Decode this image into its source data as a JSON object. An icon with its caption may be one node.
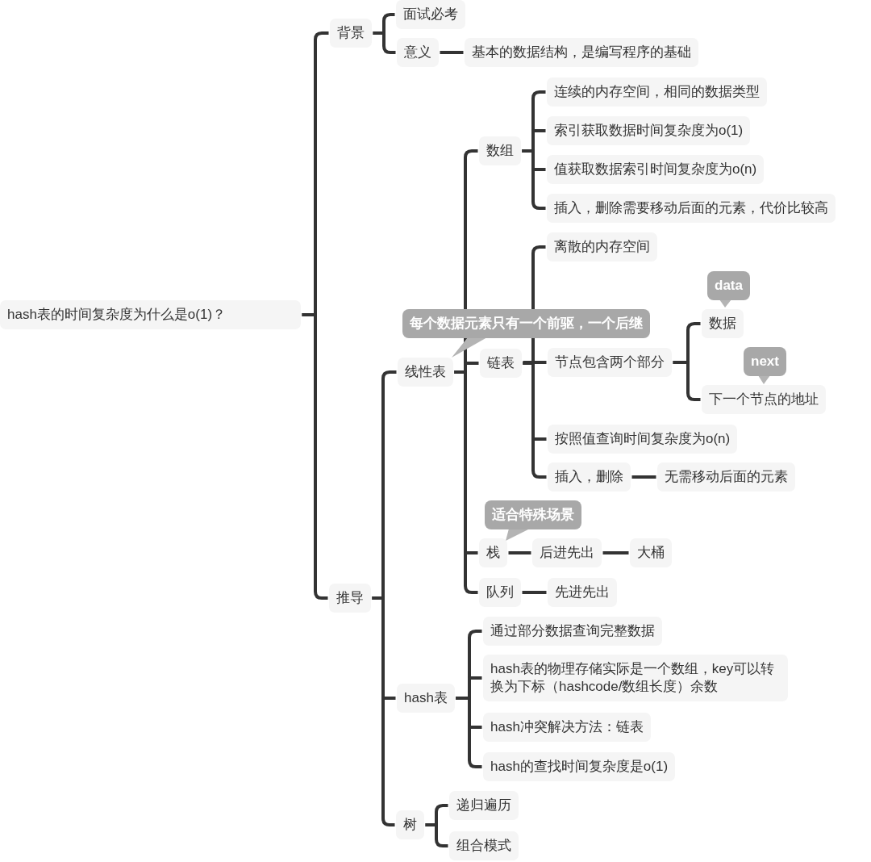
{
  "diagram": {
    "nodes": [
      {
        "text": [
          "hash表的时间复杂度为什么是o(1)？"
        ]
      },
      {
        "text": [
          "背景"
        ]
      },
      {
        "text": [
          "面试必考"
        ]
      },
      {
        "text": [
          "意义"
        ]
      },
      {
        "text": [
          "基本的数据结构，是编写程序的基础"
        ]
      },
      {
        "text": [
          "推导"
        ]
      },
      {
        "text": [
          "线性表"
        ],
        "beside": [
          "每个数据元素只有一个前驱，一个后继"
        ]
      },
      {
        "text": [
          "数组"
        ]
      },
      {
        "text": [
          "连续的内存空间，相同的数据类型"
        ]
      },
      {
        "text": [
          "索引获取数据时间复杂度为o(1)"
        ]
      },
      {
        "text": [
          "值获取数据索引时间复杂度为o(n)"
        ]
      },
      {
        "text": [
          "插入，删除需要移动后面的元素，代价比较高"
        ]
      },
      {
        "text": [
          "链表"
        ]
      },
      {
        "text": [
          "离散的内存空间"
        ]
      },
      {
        "text": [
          "节点包含两个部分"
        ]
      },
      {
        "text": [
          "数据"
        ],
        "beside": [
          "data"
        ]
      },
      {
        "text": [
          "下一个节点的地址"
        ],
        "beside": [
          "next"
        ]
      },
      {
        "text": [
          "按照值查询时间复杂度为o(n)"
        ]
      },
      {
        "text": [
          "插入，删除"
        ]
      },
      {
        "text": [
          "无需移动后面的元素"
        ]
      },
      {
        "text": [
          "栈"
        ],
        "beside": [
          "适合特殊场景"
        ]
      },
      {
        "text": [
          "后进先出"
        ]
      },
      {
        "text": [
          "大桶"
        ]
      },
      {
        "text": [
          "队列"
        ]
      },
      {
        "text": [
          "先进先出"
        ]
      },
      {
        "text": [
          "hash表"
        ]
      },
      {
        "text": [
          "通过部分数据查询完整数据"
        ]
      },
      {
        "text": [
          "hash表的物理存储实际是一个数组，key可以转换为下标（hashcode/数组长度）余数"
        ]
      },
      {
        "text": [
          "hash冲突解决方法：链表"
        ]
      },
      {
        "text": [
          "hash的查找时间复杂度是o(1)"
        ]
      },
      {
        "text": [
          "树"
        ]
      },
      {
        "text": [
          "递归遍历"
        ]
      },
      {
        "text": [
          "组合模式"
        ]
      }
    ],
    "edges": [
      {
        "from": 0,
        "to": 1,
        "arrow": "none"
      },
      {
        "from": 0,
        "to": 5,
        "arrow": "none"
      },
      {
        "from": 1,
        "to": 2,
        "arrow": "none"
      },
      {
        "from": 1,
        "to": 3,
        "arrow": "none"
      },
      {
        "from": 3,
        "to": 4,
        "arrow": "none"
      },
      {
        "from": 5,
        "to": 6,
        "arrow": "none"
      },
      {
        "from": 5,
        "to": 25,
        "arrow": "none"
      },
      {
        "from": 5,
        "to": 30,
        "arrow": "none"
      },
      {
        "from": 6,
        "to": 7,
        "arrow": "none"
      },
      {
        "from": 6,
        "to": 12,
        "arrow": "none"
      },
      {
        "from": 6,
        "to": 20,
        "arrow": "none"
      },
      {
        "from": 6,
        "to": 23,
        "arrow": "none"
      },
      {
        "from": 7,
        "to": 8,
        "arrow": "none"
      },
      {
        "from": 7,
        "to": 9,
        "arrow": "none"
      },
      {
        "from": 7,
        "to": 10,
        "arrow": "none"
      },
      {
        "from": 7,
        "to": 11,
        "arrow": "none"
      },
      {
        "from": 12,
        "to": 13,
        "arrow": "none"
      },
      {
        "from": 12,
        "to": 14,
        "arrow": "none"
      },
      {
        "from": 12,
        "to": 17,
        "arrow": "none"
      },
      {
        "from": 12,
        "to": 18,
        "arrow": "none"
      },
      {
        "from": 14,
        "to": 15,
        "arrow": "none"
      },
      {
        "from": 14,
        "to": 16,
        "arrow": "none"
      },
      {
        "from": 18,
        "to": 19,
        "arrow": "none"
      },
      {
        "from": 20,
        "to": 21,
        "arrow": "none"
      },
      {
        "from": 21,
        "to": 22,
        "arrow": "none"
      },
      {
        "from": 23,
        "to": 24,
        "arrow": "none"
      },
      {
        "from": 25,
        "to": 26,
        "arrow": "none"
      },
      {
        "from": 25,
        "to": 27,
        "arrow": "none"
      },
      {
        "from": 25,
        "to": 28,
        "arrow": "none"
      },
      {
        "from": 25,
        "to": 29,
        "arrow": "none"
      },
      {
        "from": 30,
        "to": 31,
        "arrow": "none"
      },
      {
        "from": 30,
        "to": 32,
        "arrow": "none"
      }
    ]
  }
}
